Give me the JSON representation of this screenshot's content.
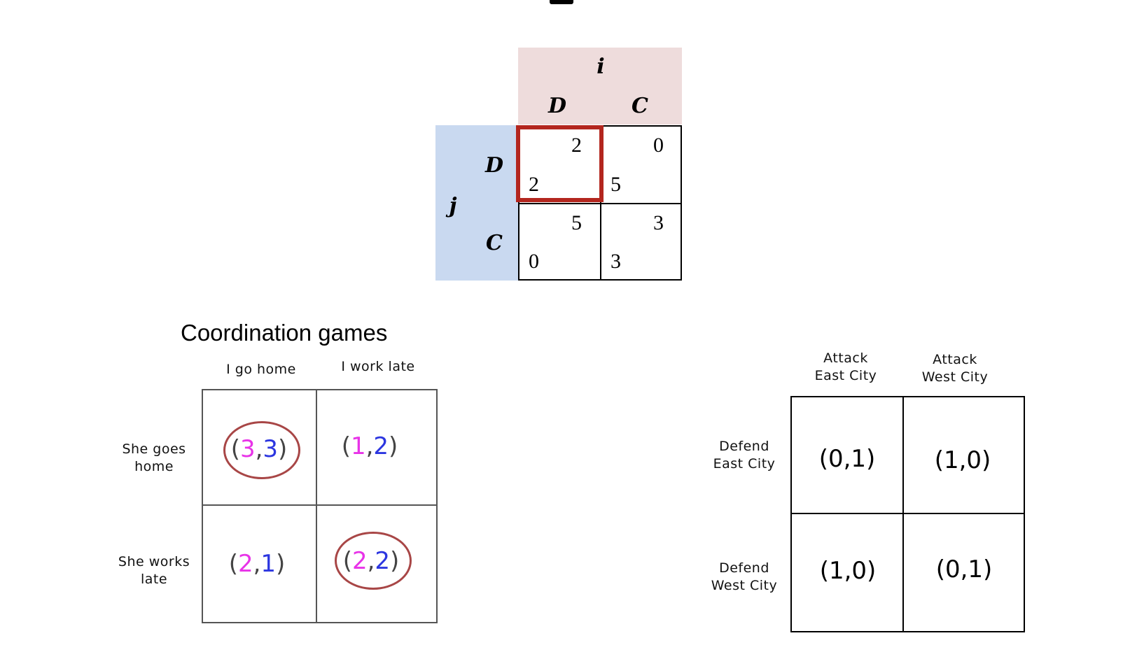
{
  "prisoners_dilemma": {
    "row_player": "j",
    "column_player": "i",
    "column_strategies": [
      "D",
      "C"
    ],
    "row_strategies": [
      "D",
      "C"
    ],
    "cells": [
      [
        {
          "top": "2",
          "bottom": "2"
        },
        {
          "top": "0",
          "bottom": "5"
        }
      ],
      [
        {
          "top": "5",
          "bottom": "0"
        },
        {
          "top": "3",
          "bottom": "3"
        }
      ]
    ],
    "highlighted_cell": "D,D",
    "highlight_color": "#b3261e"
  },
  "coordination_game": {
    "title": "Coordination games",
    "column_labels": [
      "I go home",
      "I work late"
    ],
    "row_labels": [
      [
        "She goes",
        "home"
      ],
      [
        "She works",
        "late"
      ]
    ],
    "cells": [
      [
        {
          "a": "3",
          "b": "3",
          "circled": true
        },
        {
          "a": "1",
          "b": "2",
          "circled": false
        }
      ],
      [
        {
          "a": "2",
          "b": "1",
          "circled": false
        },
        {
          "a": "2",
          "b": "2",
          "circled": true
        }
      ]
    ],
    "first_value_color": "#e833e8",
    "second_value_color": "#2c36e0",
    "circle_color": "#a84646"
  },
  "attack_defend_game": {
    "column_labels": [
      [
        "Attack",
        "East City"
      ],
      [
        "Attack",
        "West City"
      ]
    ],
    "row_labels": [
      [
        "Defend",
        "East City"
      ],
      [
        "Defend",
        "West City"
      ]
    ],
    "cells": [
      [
        "(0,1)",
        "(1,0)"
      ],
      [
        "(1,0)",
        "(0,1)"
      ]
    ]
  }
}
